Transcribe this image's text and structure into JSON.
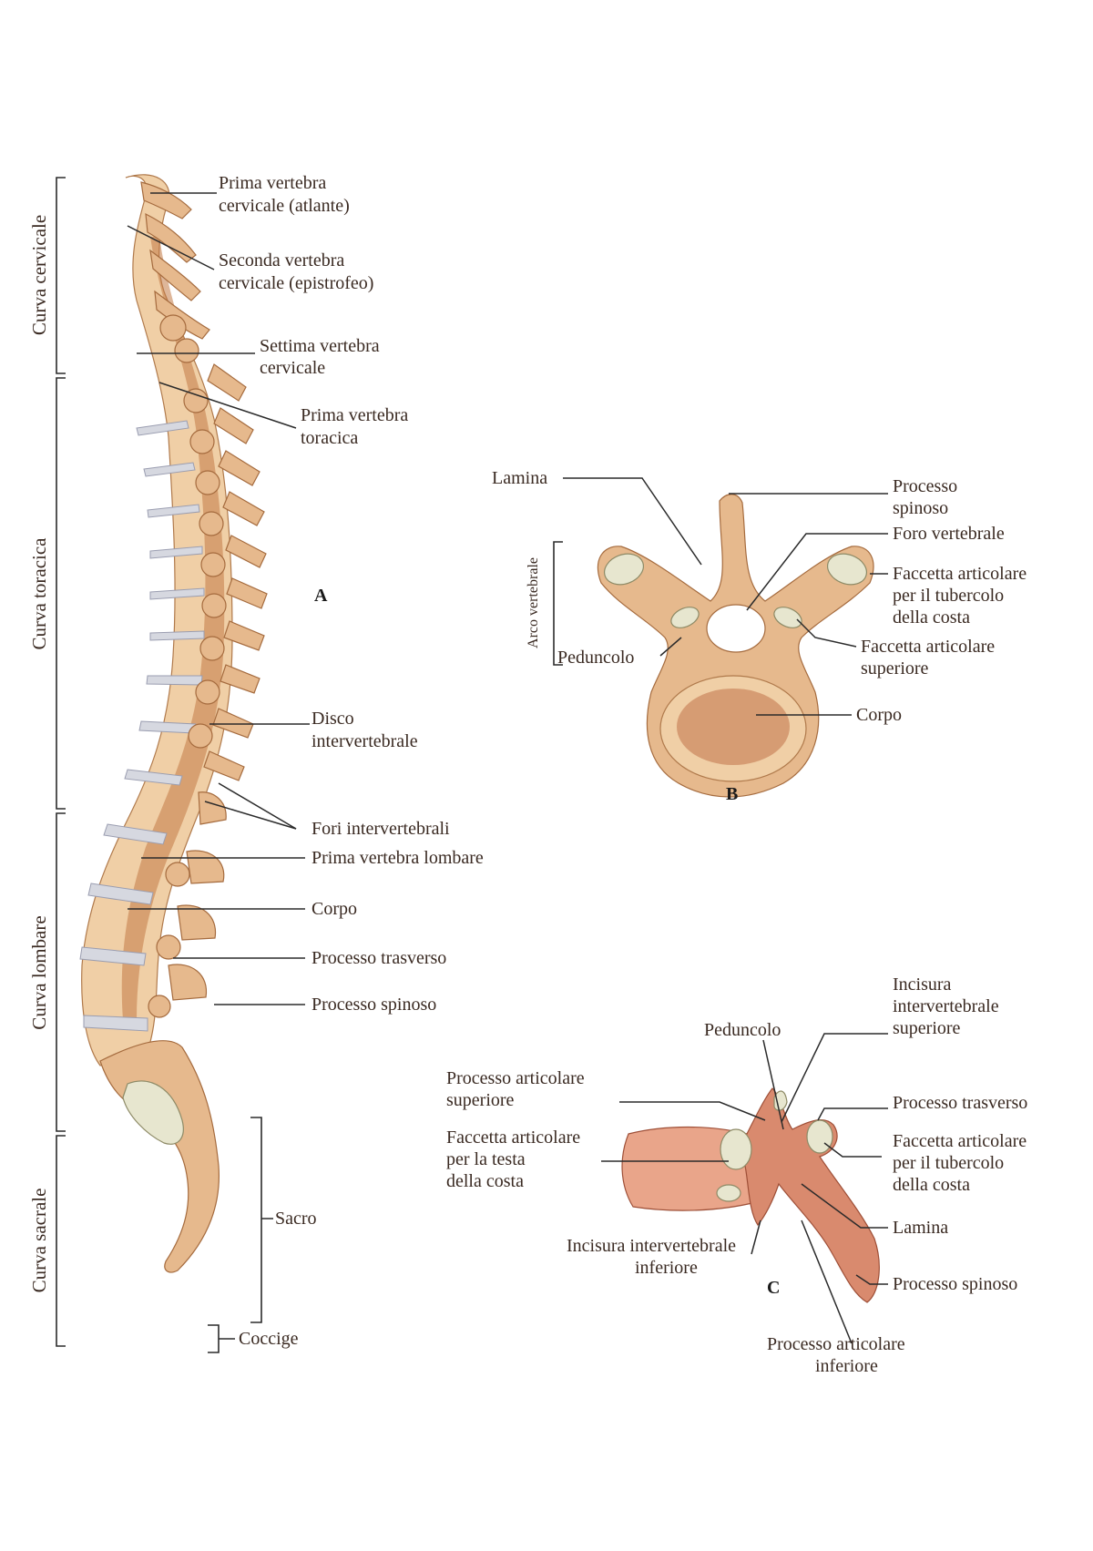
{
  "figure_letters": {
    "a": "A",
    "b": "B",
    "c": "C"
  },
  "regions": {
    "cervical": "Curva cervicale",
    "thoracic": "Curva toracica",
    "lumbar": "Curva lombare",
    "sacral": "Curva sacrale"
  },
  "labels_a": {
    "first_cervical": [
      "Prima vertebra",
      "cervicale (atlante)"
    ],
    "second_cervical": [
      "Seconda vertebra",
      "cervicale (epistrofeo)"
    ],
    "seventh_cervical": [
      "Settima vertebra",
      "cervicale"
    ],
    "first_thoracic": [
      "Prima vertebra",
      "toracica"
    ],
    "disc": [
      "Disco",
      "intervertebrale"
    ],
    "foramina": "Fori intervertebrali",
    "first_lumbar": "Prima vertebra lombare",
    "body": "Corpo",
    "transverse": "Processo trasverso",
    "spinous": "Processo spinoso",
    "sacrum": "Sacro",
    "coccyx": "Coccige"
  },
  "labels_b": {
    "lamina": "Lamina",
    "spinous": [
      "Processo",
      "spinoso"
    ],
    "foramen": "Foro vertebrale",
    "facet_tubercle": [
      "Faccetta articolare",
      "per il tubercolo",
      "della costa"
    ],
    "arch": "Arco vertebrale",
    "pedicle": "Peduncolo",
    "superior_facet": [
      "Faccetta articolare",
      "superiore"
    ],
    "body": "Corpo"
  },
  "labels_c": {
    "pedicle": "Peduncolo",
    "superior_notch": [
      "Incisura",
      "intervertebrale",
      "superiore"
    ],
    "superior_process": [
      "Processo articolare",
      "superiore"
    ],
    "transverse": "Processo trasverso",
    "head_facet": [
      "Faccetta articolare",
      "per la testa",
      "della costa"
    ],
    "tubercle_facet": [
      "Faccetta articolare",
      "per il tubercolo",
      "della costa"
    ],
    "lamina": "Lamina",
    "inferior_notch": [
      "Incisura intervertebrale",
      "inferiore"
    ],
    "spinous": "Processo spinoso",
    "inferior_process": [
      "Processo articolare",
      "inferiore"
    ]
  }
}
